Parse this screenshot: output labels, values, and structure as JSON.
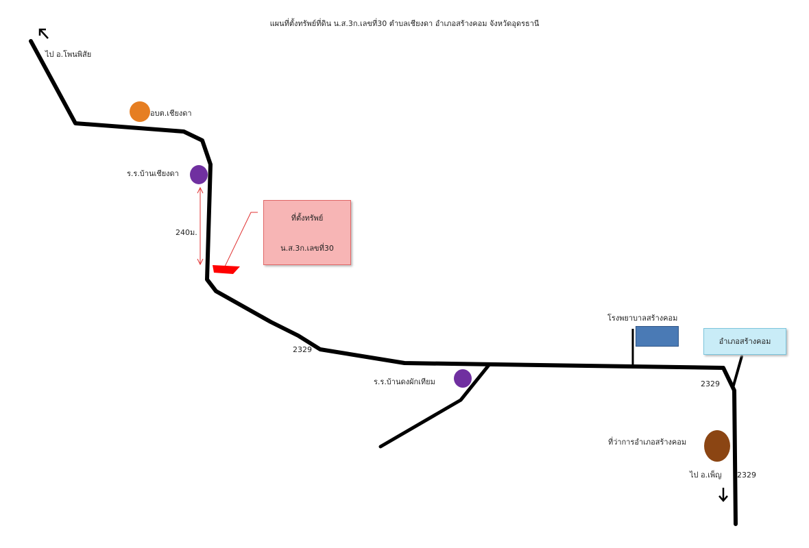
{
  "title": "แผนที่ตั้งทรัพย์ที่ดิน น.ส.3ก.เลขที่30 ตำบลเชียงดา อำเภอสร้างคอม จังหวัดอุดรธานี",
  "labels": {
    "to_phen_phisai": "ไป อ.โพนพิสัย",
    "obt": "อบต.เชียงดา",
    "school_chiangda": "ร.ร.บ้านเชียงดา",
    "distance": "240ม.",
    "road_2329_a": "2329",
    "school_dong": "ร.ร.บ้านดงผักเทียม",
    "hospital": "โรงพยาบาลสร้างคอม",
    "road_2329_b": "2329",
    "district_office": "ที่ว่าการอำเภอสร้างคอม",
    "to_phen": "ไป อ.เพ็ญ",
    "road_2329_c": "2329"
  },
  "property_box": {
    "line1": "ที่ตั้งทรัพย์",
    "line2": "น.ส.3ก.เลขที่30"
  },
  "district_box": "อำเภอสร้างคอม",
  "colors": {
    "road": "#000000",
    "obt_dot": "#e67e22",
    "school_dot": "#7030a0",
    "office_dot": "#8b4513",
    "property_marker": "#ff0000",
    "hospital_box": "#4a7ab5"
  }
}
